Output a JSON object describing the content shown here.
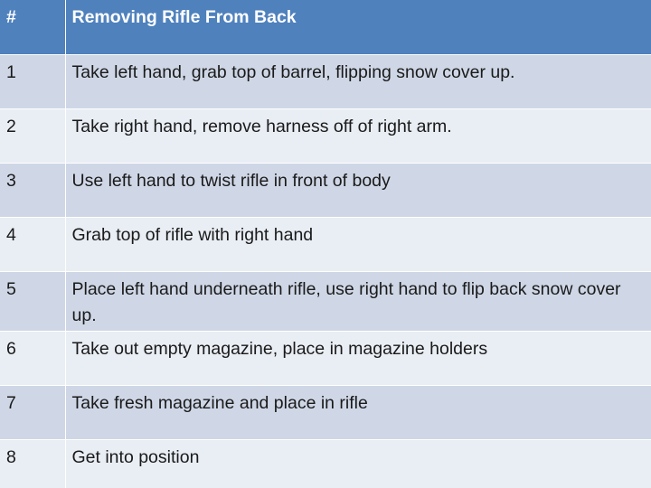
{
  "table": {
    "headers": [
      "#",
      "Removing Rifle From Back"
    ],
    "rows": [
      {
        "num": "1",
        "step": "Take left hand, grab top of barrel, flipping snow cover up."
      },
      {
        "num": "2",
        "step": "Take right hand, remove harness off of right arm."
      },
      {
        "num": "3",
        "step": "Use left hand to twist rifle in front of body"
      },
      {
        "num": "4",
        "step": "Grab top of rifle with right hand"
      },
      {
        "num": "5",
        "step": "Place left hand underneath rifle, use right hand to flip back snow cover up."
      },
      {
        "num": "6",
        "step": "Take out empty magazine, place in magazine holders"
      },
      {
        "num": "7",
        "step": "Take fresh magazine and place in rifle"
      },
      {
        "num": "8",
        "step": "Get into position"
      }
    ]
  }
}
